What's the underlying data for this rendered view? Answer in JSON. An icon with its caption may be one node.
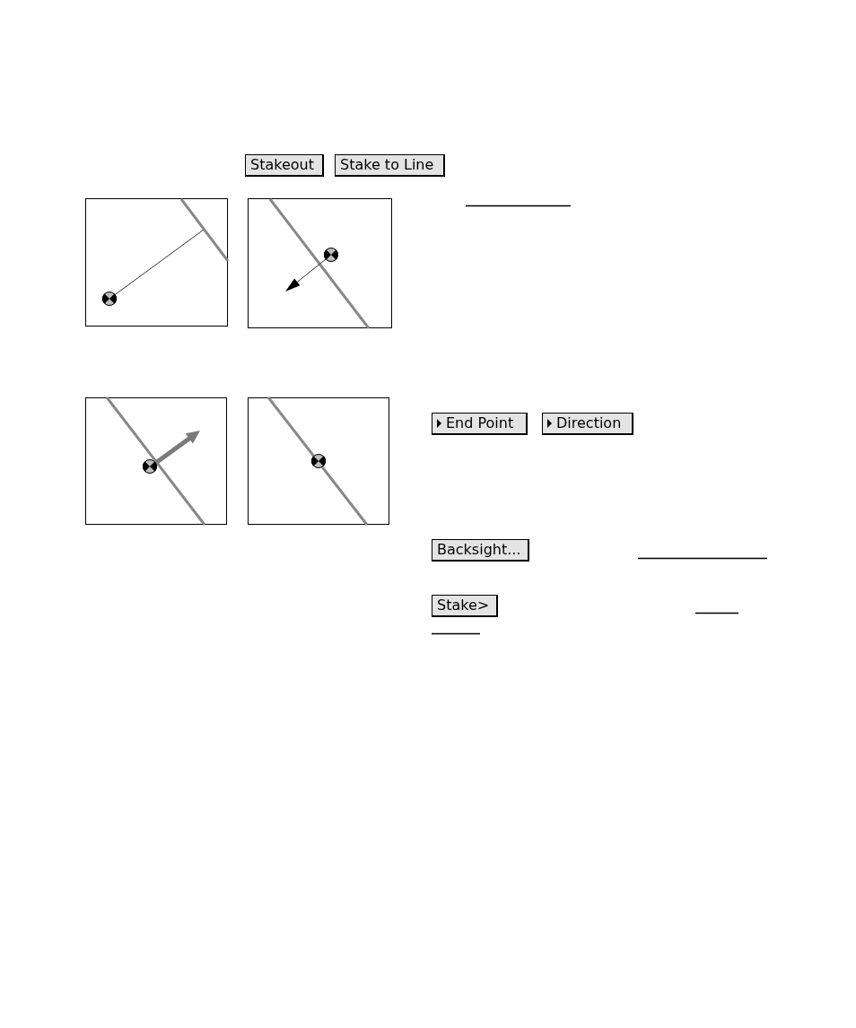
{
  "diagram": {
    "labels": [
      "Stakeout",
      "Stake to Line",
      "End Point",
      "Direction",
      "Backsight...",
      "Stake>"
    ]
  }
}
